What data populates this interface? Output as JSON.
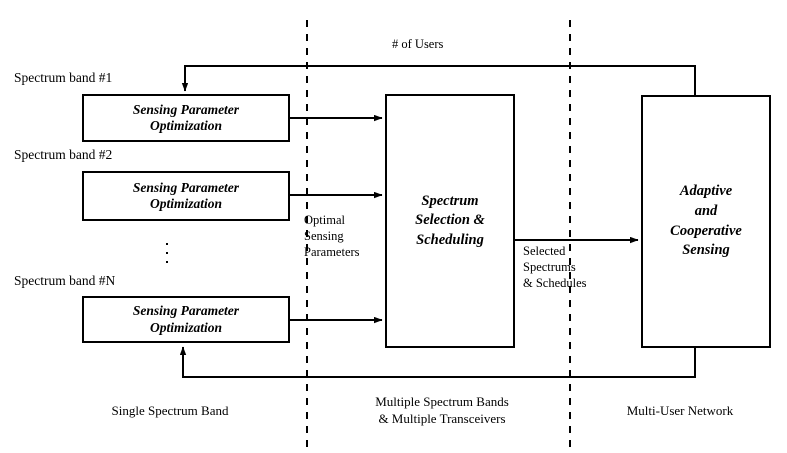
{
  "diagram": {
    "title": "Cognitive Radio Spectrum Sensing and Scheduling Architecture",
    "colors": {
      "line": "#000000",
      "box_border": "#000000",
      "background": "#ffffff",
      "divider": "#000000"
    },
    "band_labels": [
      {
        "text": "Spectrum band #1"
      },
      {
        "text": "Spectrum band #2"
      },
      {
        "text": "Spectrum band #N"
      }
    ],
    "sensing_boxes": [
      {
        "line1": "Sensing Parameter",
        "line2": "Optimization"
      },
      {
        "line1": "Sensing Parameter",
        "line2": "Optimization"
      },
      {
        "line1": "Sensing Parameter",
        "line2": "Optimization"
      }
    ],
    "middle_box": {
      "line1": "Spectrum",
      "line2": "Selection &",
      "line3": "Scheduling"
    },
    "right_box": {
      "line1": "Adaptive",
      "line2": "and",
      "line3": "Cooperative",
      "line4": "Sensing"
    },
    "edge_labels": {
      "top_feedback": "# of Users",
      "optimal_sensing": {
        "line1": "Optimal",
        "line2": "Sensing",
        "line3": "Parameters"
      },
      "selected_spectrums": {
        "line1": "Selected",
        "line2": "Spectrums",
        "line3": "& Schedules"
      }
    },
    "section_captions": [
      {
        "line1": "Single Spectrum Band",
        "line2": ""
      },
      {
        "line1": "Multiple Spectrum Bands",
        "line2": "& Multiple Transceivers"
      },
      {
        "line1": "Multi-User Network",
        "line2": ""
      }
    ],
    "ellipsis": "vertical-dots"
  }
}
